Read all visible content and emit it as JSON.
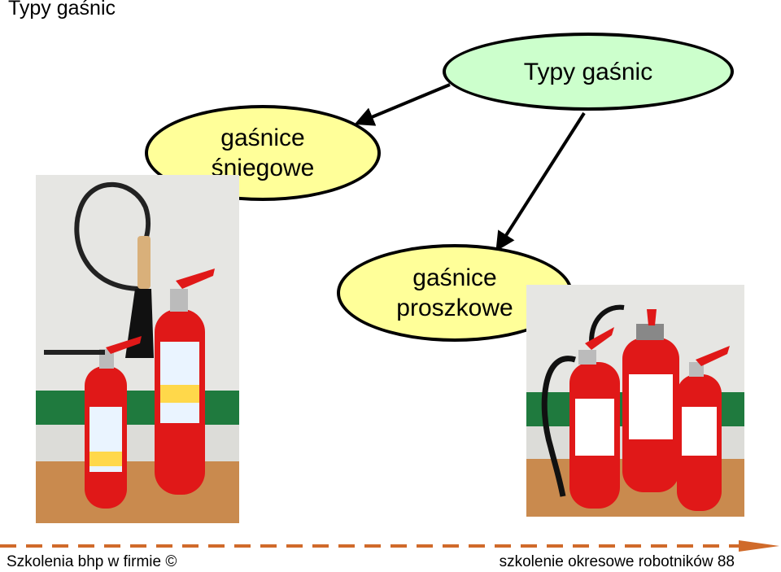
{
  "slide": {
    "title": "Typy gaśnic"
  },
  "diagram": {
    "root": {
      "label": "Typy gaśnic"
    },
    "nodes": [
      {
        "line1": "gaśnice",
        "line2": "śniegowe"
      },
      {
        "line1": "gaśnice",
        "line2": "proszkowe"
      }
    ]
  },
  "colors": {
    "root_fill": "#ccffcc",
    "node_fill": "#ffff99",
    "extinguisher_red": "#e01818",
    "footer_arrow": "#d06a2a"
  },
  "footer": {
    "left": "Szkolenia bhp w firmie ©",
    "right": "szkolenie okresowe robotników 88"
  }
}
